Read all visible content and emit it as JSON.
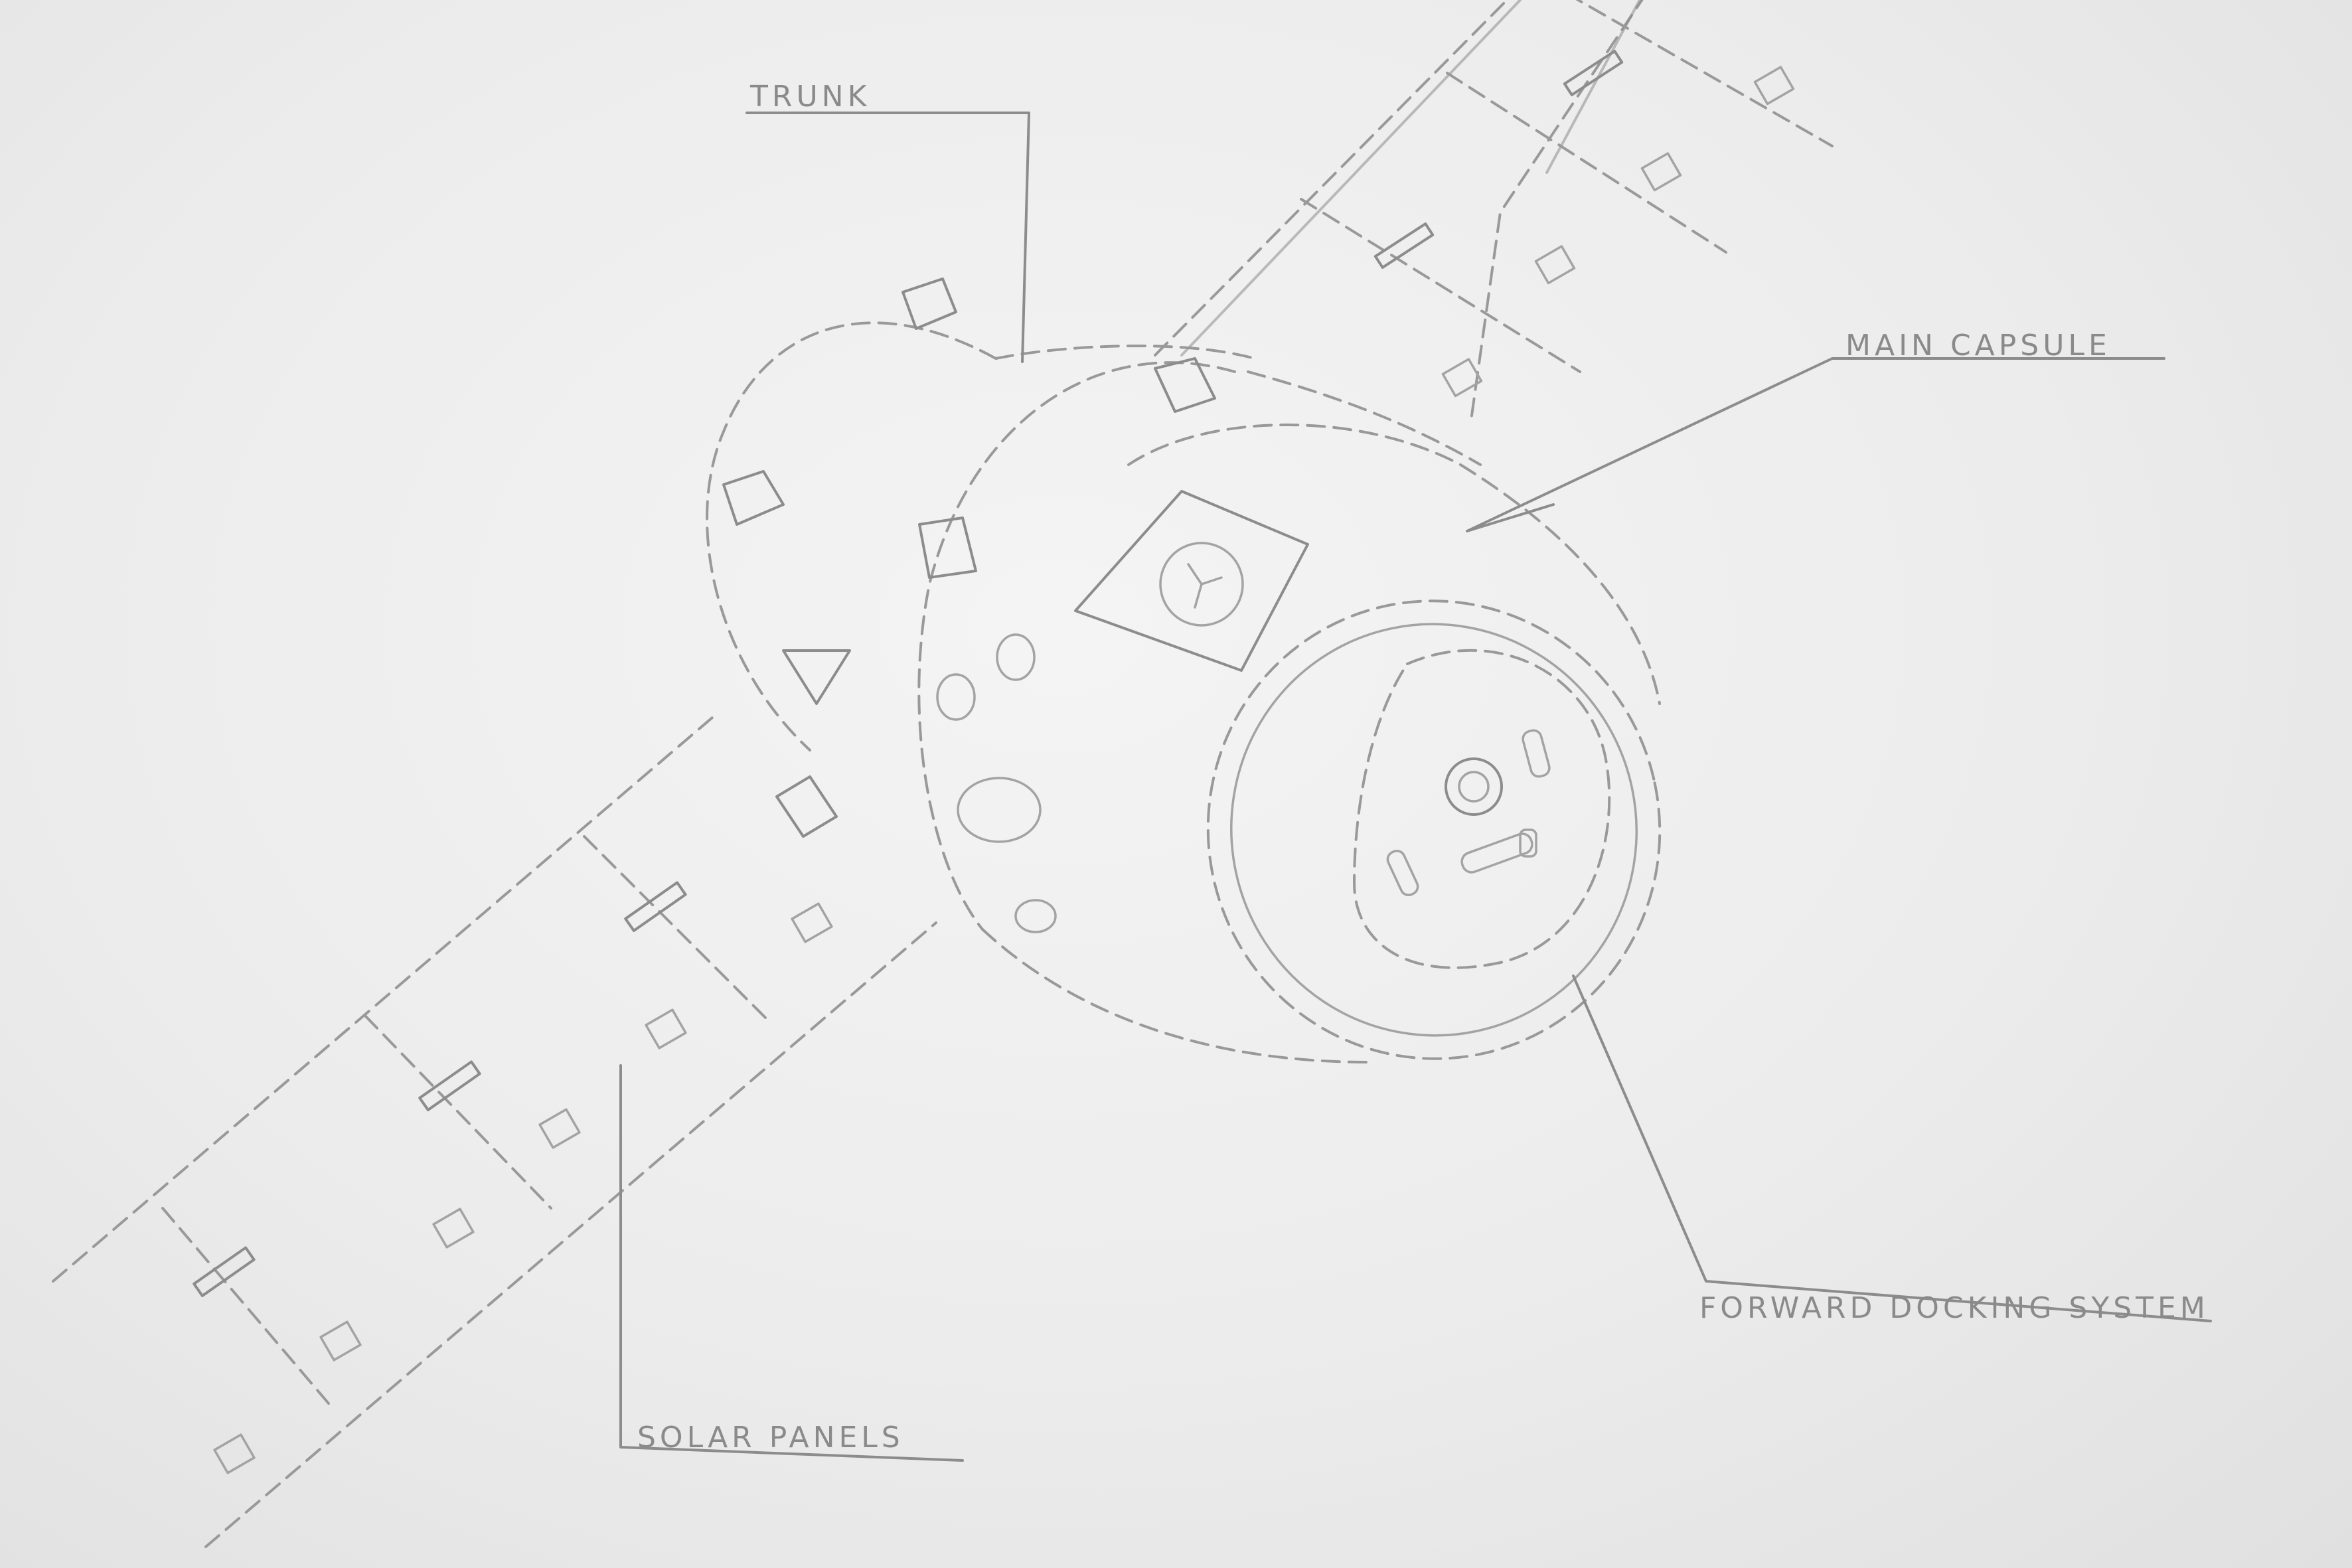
{
  "labels": {
    "trunk": "TRUNK",
    "main_capsule": "MAIN CAPSULE",
    "forward_docking_system": "FORWARD DOCKING SYSTEM",
    "solar_panels": "SOLAR PANELS"
  },
  "colors": {
    "paper": "#ececec",
    "pencil": "#8c8c8c"
  }
}
